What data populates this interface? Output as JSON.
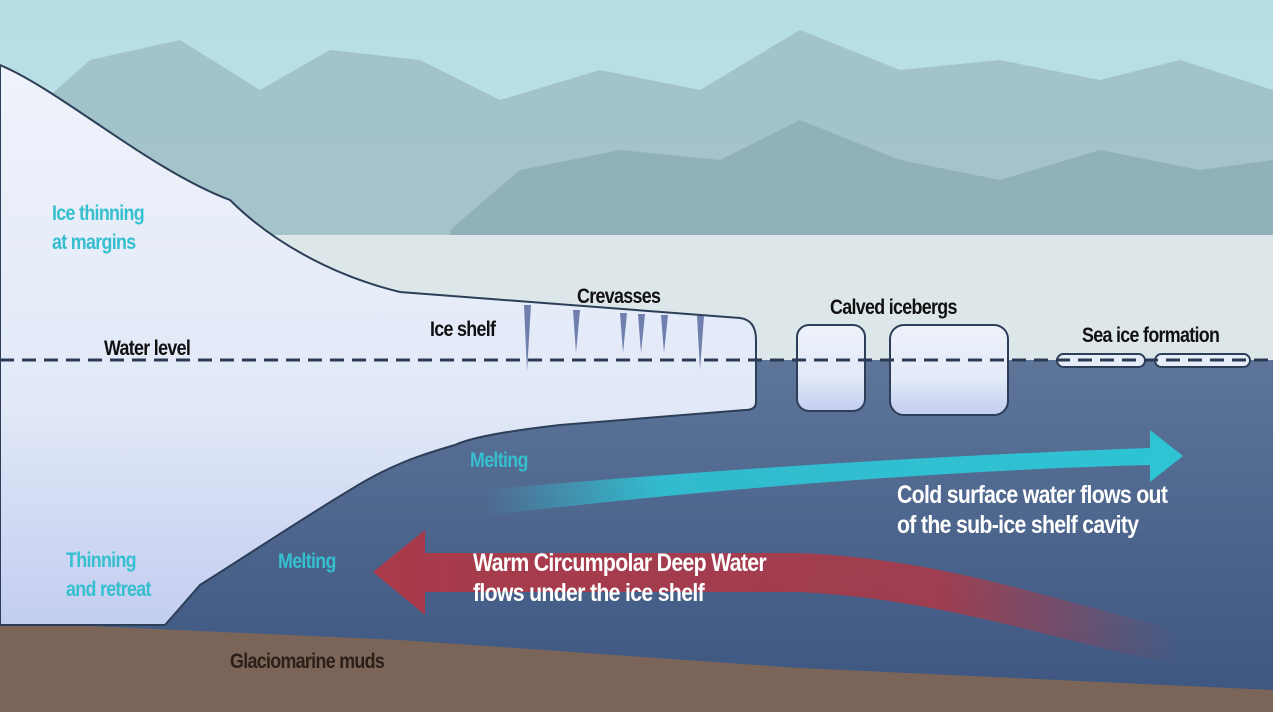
{
  "labels": {
    "ice_thinning": [
      "Ice thinning",
      "at margins"
    ],
    "water_level": "Water level",
    "ice_shelf": "Ice shelf",
    "crevasses": "Crevasses",
    "calved_icebergs": "Calved icebergs",
    "sea_ice_formation": "Sea ice formation",
    "melting_upper": "Melting",
    "melting_lower": "Melting",
    "thinning_retreat": [
      "Thinning",
      "and retreat"
    ],
    "cold_water": [
      "Cold surface water flows out",
      "of the sub-ice shelf cavity"
    ],
    "warm_water": [
      "Warm Circumpolar Deep Water",
      "flows under the ice shelf"
    ],
    "seabed": "Glaciomarine muds"
  },
  "colors": {
    "sky": "#b9dde3",
    "ice": "#e6ecf8",
    "water": "#4d6790",
    "seabed": "#7a6558",
    "cold_arrow": "#2ec4d4",
    "warm_arrow": "#a83a4a",
    "label_accent": "#35bfcf"
  }
}
